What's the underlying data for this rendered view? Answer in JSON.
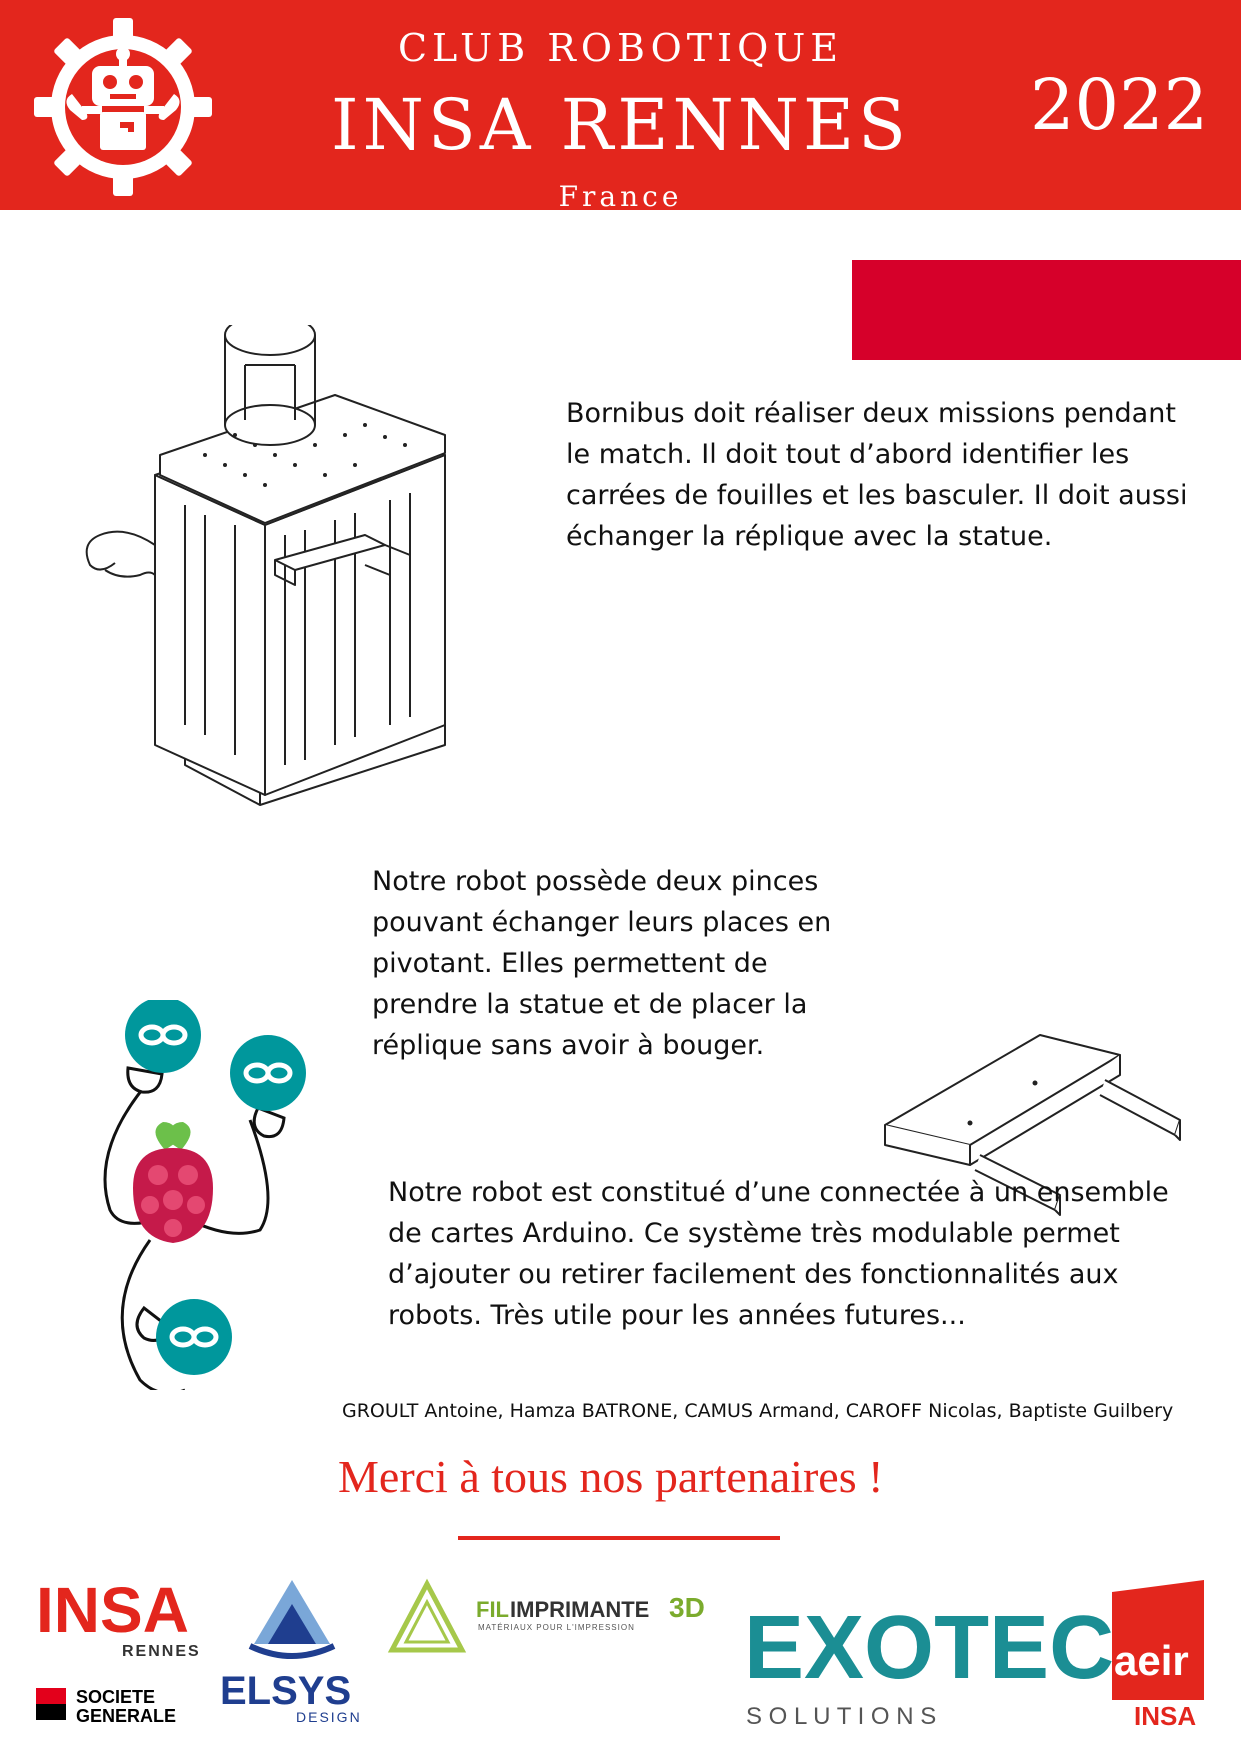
{
  "header": {
    "subtitle": "CLUB ROBOTIQUE",
    "title": "INSA RENNES",
    "country": "France",
    "year": "2022"
  },
  "paragraphs": {
    "mission": "Bornibus doit réaliser deux missions pendant le match. Il doit tout d’abord identifier les carrées de fouilles et les basculer. Il doit aussi échanger la réplique avec la statue.",
    "grippers": "Notre robot possède deux pinces pouvant échanger leurs places en pivotant. Elles permettent de prendre la statue et de placer la réplique sans avoir à bouger.",
    "electronics": "Notre robot est constitué d’une connectée à un ensemble de cartes Arduino. Ce système très modulable permet d’ajouter ou retirer facilement des fonctionnalités aux robots. Très utile pour les années futures..."
  },
  "authors": "GROULT Antoine,  Hamza BATRONE, CAMUS Armand, CAROFF Nicolas, Baptiste Guilbery",
  "thanks": "Merci à tous nos partenaires   !",
  "partners": {
    "insa": "INSA",
    "insa_city": "RENNES",
    "sg_line1": "SOCIETE",
    "sg_line2": "GENERALE",
    "elsys": "ELSYS",
    "elsys_sub": "DESIGN",
    "fil_a": "FIL",
    "fil_b": "IMPRIMANTE",
    "fil_c": "3D",
    "fil_sub": "MATÉRIAUX POUR L'IMPRESSION",
    "exotec": "EXOTEC",
    "exotec_sub": "S O L U T I O N S",
    "aeir": "aeir",
    "aeir_sub": "INSA"
  },
  "colors": {
    "brand_red": "#e3261d",
    "block_red": "#d6002a",
    "arduino_teal": "#00979c",
    "raspberry": "#c51a4a",
    "exotec_teal": "#1b8e94"
  }
}
